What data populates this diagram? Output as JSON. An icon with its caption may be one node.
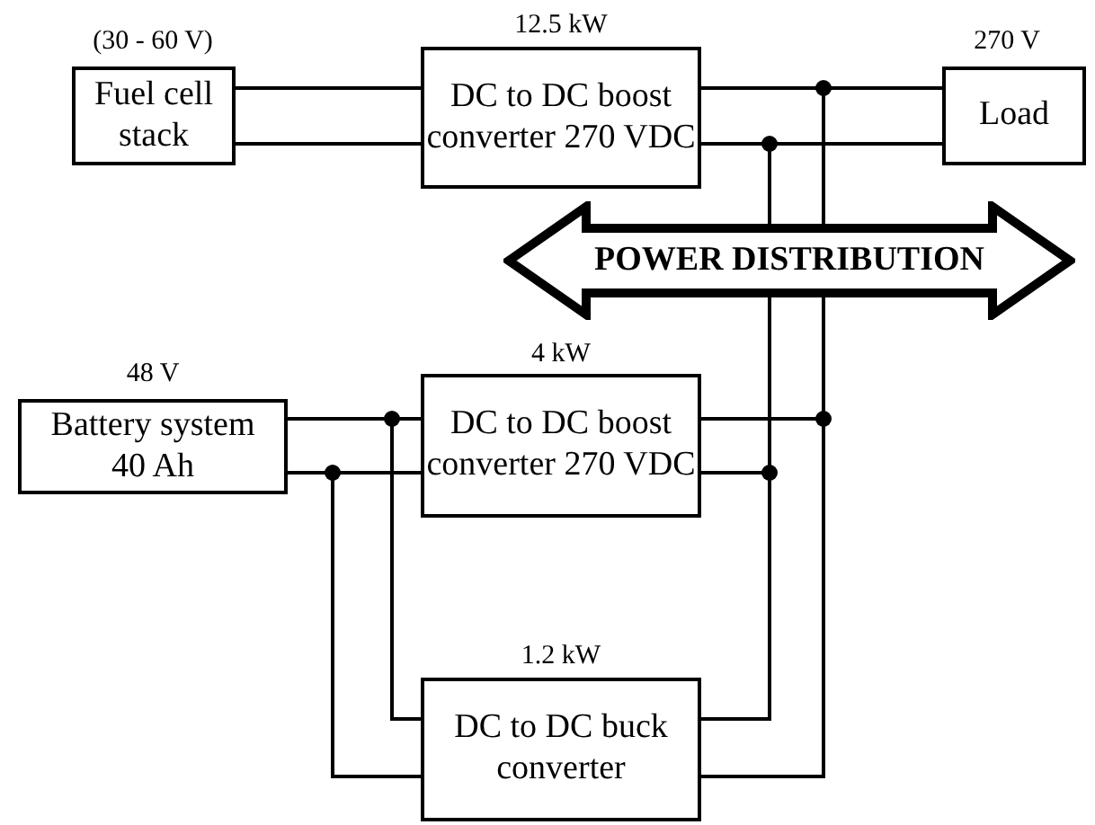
{
  "diagram": {
    "nodes": [
      {
        "text": [
          "Fuel cell stack"
        ],
        "beside": [
          "(30 - 60 V)"
        ]
      },
      {
        "text": [
          "DC to DC boost converter 270 VDC"
        ],
        "beside": [
          "12.5 kW"
        ]
      },
      {
        "text": [
          "Load"
        ],
        "beside": [
          "270 V"
        ]
      },
      {
        "text": [
          "POWER DISTRIBUTION"
        ]
      },
      {
        "text": [
          "Battery system 40 Ah"
        ],
        "beside": [
          "48 V"
        ]
      },
      {
        "text": [
          "DC to DC boost converter 270 VDC"
        ],
        "beside": [
          "4 kW"
        ]
      },
      {
        "text": [
          "DC to DC buck converter"
        ],
        "beside": [
          "1.2 kW"
        ]
      }
    ],
    "edges": [
      {
        "from": 0,
        "to": 1,
        "arrow": "none"
      },
      {
        "from": 0,
        "to": 1,
        "arrow": "none"
      },
      {
        "from": 1,
        "to": 2,
        "arrow": "none"
      },
      {
        "from": 1,
        "to": 2,
        "arrow": "none"
      },
      {
        "from": 4,
        "to": 5,
        "arrow": "none"
      },
      {
        "from": 4,
        "to": 5,
        "arrow": "none"
      },
      {
        "from": 4,
        "to": 6,
        "arrow": "none"
      },
      {
        "from": 4,
        "to": 6,
        "arrow": "none"
      },
      {
        "from": 5,
        "to": 3,
        "arrow": "none"
      },
      {
        "from": 5,
        "to": 3,
        "arrow": "none"
      },
      {
        "from": 6,
        "to": 3,
        "arrow": "none"
      },
      {
        "from": 6,
        "to": 3,
        "arrow": "none"
      },
      {
        "from": 3,
        "to": 2,
        "arrow": "none"
      },
      {
        "from": 3,
        "to": 2,
        "arrow": "none"
      }
    ]
  }
}
